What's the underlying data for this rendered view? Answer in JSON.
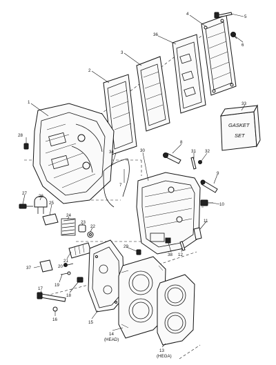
{
  "callouts": {
    "c1": "1",
    "c2": "2",
    "c3": "3",
    "c4": "4",
    "c5": "5",
    "c6": "6",
    "c7": "7",
    "c8": "8",
    "c9": "9",
    "c10": "10",
    "c11": "11",
    "c12": "12",
    "c13": "13",
    "c13_sub": "(HEGA)",
    "c14": "14",
    "c14_sub": "(HEAD)",
    "c15": "15",
    "c16": "16",
    "c17": "17",
    "c18": "18",
    "c19": "19",
    "c20": "20",
    "c21": "21",
    "c22": "22",
    "c23": "23",
    "c24": "24",
    "c25": "25",
    "c26": "26",
    "c27": "27",
    "c28": "28",
    "c29": "29",
    "c30": "30",
    "c31": "31",
    "c32": "32",
    "c33": "33",
    "c34": "34",
    "c36": "36",
    "c37": "37",
    "c38": "38"
  },
  "gasket_set": {
    "line1": "GASKET",
    "line2": "SET"
  }
}
